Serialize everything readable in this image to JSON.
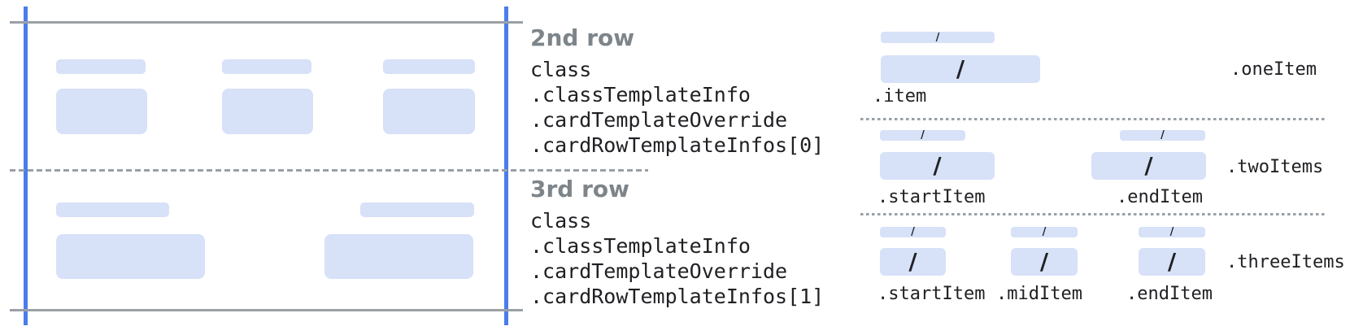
{
  "colors": {
    "accent_blue": "#4a7de9",
    "bar_blue": "#d7e1f8",
    "line_gray": "#9aa0a6",
    "heading_gray": "#7d858a",
    "code_dark": "#202124"
  },
  "middle": {
    "sections": [
      {
        "title": "2nd row",
        "code_lines": [
          "class",
          ".classTemplateInfo",
          ".cardTemplateOverride",
          ".cardRowTemplateInfos[0]"
        ]
      },
      {
        "title": "3rd row",
        "code_lines": [
          "class",
          ".classTemplateInfo",
          ".cardTemplateOverride",
          ".cardRowTemplateInfos[1]"
        ]
      }
    ]
  },
  "right": {
    "slash": "/",
    "sections": [
      {
        "row_label": ".oneItem",
        "items": [
          {
            "label": ".item"
          }
        ]
      },
      {
        "row_label": ".twoItems",
        "items": [
          {
            "label": ".startItem"
          },
          {
            "label": ".endItem"
          }
        ]
      },
      {
        "row_label": ".threeItems",
        "items": [
          {
            "label": ".startItem"
          },
          {
            "label": ".midItem"
          },
          {
            "label": ".endItem"
          }
        ]
      }
    ]
  }
}
